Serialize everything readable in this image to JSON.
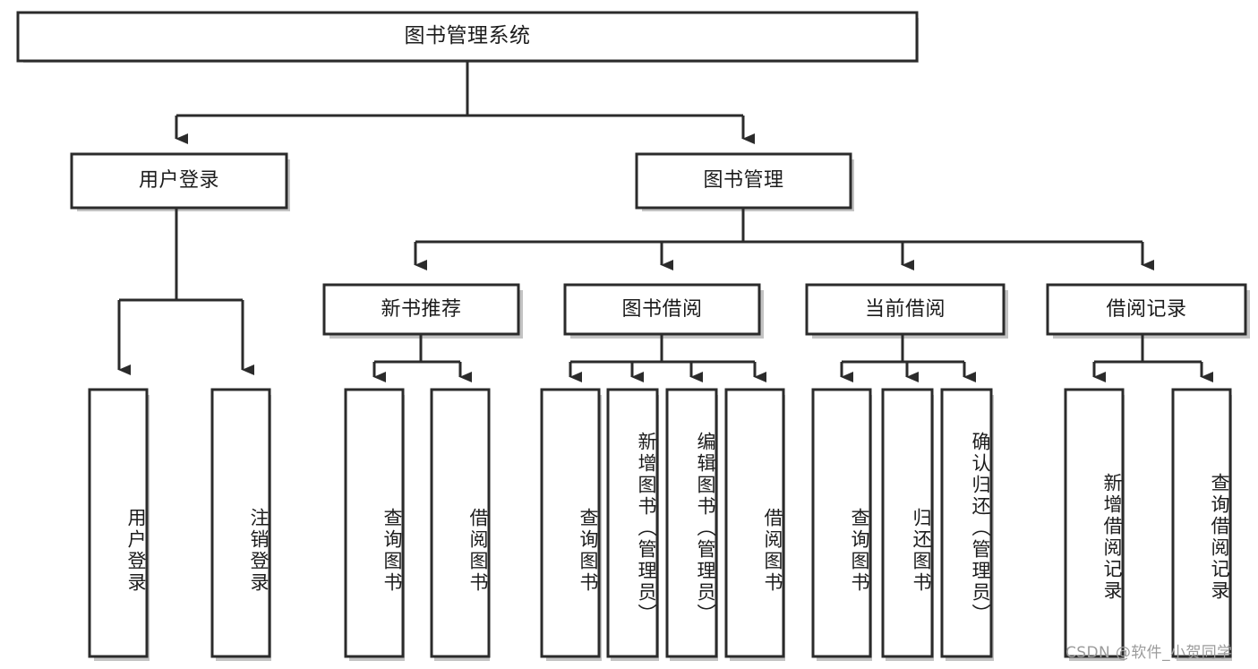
{
  "diagram": {
    "type": "tree",
    "title": "图书管理系统",
    "root": {
      "id": "root",
      "label": "图书管理系统",
      "orientation": "horizontal"
    },
    "level2": [
      {
        "id": "user-login",
        "label": "用户登录",
        "orientation": "horizontal"
      },
      {
        "id": "book-management",
        "label": "图书管理",
        "orientation": "horizontal"
      }
    ],
    "level3": [
      {
        "id": "new-book-recommend",
        "label": "新书推荐",
        "orientation": "horizontal",
        "parent": "book-management"
      },
      {
        "id": "book-borrow",
        "label": "图书借阅",
        "orientation": "horizontal",
        "parent": "book-management"
      },
      {
        "id": "current-borrow",
        "label": "当前借阅",
        "orientation": "horizontal",
        "parent": "book-management"
      },
      {
        "id": "borrow-record",
        "label": "借阅记录",
        "orientation": "horizontal",
        "parent": "book-management"
      }
    ],
    "leaves": [
      {
        "id": "leaf-user-login",
        "label": "用户登录",
        "orientation": "vertical",
        "parent": "user-login"
      },
      {
        "id": "leaf-user-logout",
        "label": "注销登录",
        "orientation": "vertical",
        "parent": "user-login"
      },
      {
        "id": "leaf-query-book-1",
        "label": "查询图书",
        "orientation": "vertical",
        "parent": "new-book-recommend"
      },
      {
        "id": "leaf-borrow-book-1",
        "label": "借阅图书",
        "orientation": "vertical",
        "parent": "new-book-recommend"
      },
      {
        "id": "leaf-query-book-2",
        "label": "查询图书",
        "orientation": "vertical",
        "parent": "book-borrow"
      },
      {
        "id": "leaf-add-book",
        "label": "新增图书（管理员）",
        "orientation": "vertical",
        "parent": "book-borrow"
      },
      {
        "id": "leaf-edit-book",
        "label": "编辑图书（管理员）",
        "orientation": "vertical",
        "parent": "book-borrow"
      },
      {
        "id": "leaf-borrow-book-2",
        "label": "借阅图书",
        "orientation": "vertical",
        "parent": "book-borrow"
      },
      {
        "id": "leaf-query-book-3",
        "label": "查询图书",
        "orientation": "vertical",
        "parent": "current-borrow"
      },
      {
        "id": "leaf-return-book",
        "label": "归还图书",
        "orientation": "vertical",
        "parent": "current-borrow"
      },
      {
        "id": "leaf-confirm-return",
        "label": "确认归还（管理员）",
        "orientation": "vertical",
        "parent": "current-borrow"
      },
      {
        "id": "leaf-add-record",
        "label": "新增借阅记录",
        "orientation": "vertical",
        "parent": "borrow-record"
      },
      {
        "id": "leaf-query-record",
        "label": "查询借阅记录",
        "orientation": "vertical",
        "parent": "borrow-record"
      }
    ]
  },
  "watermark": {
    "text": "CSDN @软件_小贺同学"
  },
  "colors": {
    "background": "#ffffff",
    "box_stroke": "#2b2b2b",
    "box_fill": "#ffffff",
    "text": "#1c1c1c",
    "shadow": "#b9b9b9",
    "watermark": "#9b9b9b"
  }
}
